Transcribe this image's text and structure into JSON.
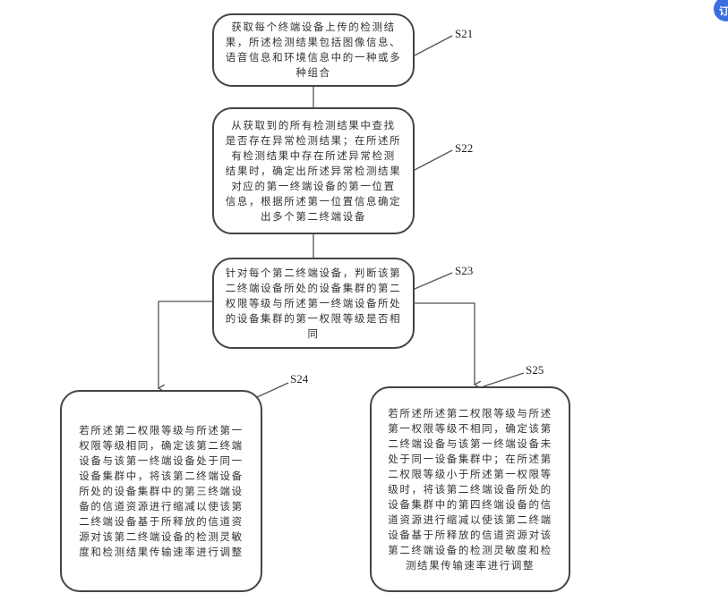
{
  "steps": [
    {
      "id": "S21",
      "lines": [
        "获取每个终端设备上传的检测结",
        "果，所述检测结果包括图像信息、",
        "语音信息和环境信息中的一种或多",
        "种组合"
      ]
    },
    {
      "id": "S22",
      "lines": [
        "从获取到的所有检测结果中查找",
        "是否存在异常检测结果；在所述所",
        "有检测结果中存在所述异常检测",
        "结果时，确定出所述异常检测结果",
        "对应的第一终端设备的第一位置",
        "信息，根据所述第一位置信息确定",
        "出多个第二终端设备"
      ]
    },
    {
      "id": "S23",
      "lines": [
        "针对每个第二终端设备，判断该第",
        "二终端设备所处的设备集群的第二",
        "权限等级与所述第一终端设备所处",
        "的设备集群的第一权限等级是否相",
        "同"
      ]
    },
    {
      "id": "S24",
      "lines": [
        "若所述第二权限等级与所述第一",
        "权限等级相同，确定该第二终端",
        "设备与该第一终端设备处于同一",
        "设备集群中，将该第二终端设备",
        "所处的设备集群中的第三终端设",
        "备的信道资源进行缩减以使该第",
        "二终端设备基于所释放的信道资",
        "源对该第二终端设备的检测灵敏",
        "度和检测结果传输速率进行调整"
      ]
    },
    {
      "id": "S25",
      "lines": [
        "若所述所述第二权限等级与所述",
        "第一权限等级不相同，确定该第",
        "二终端设备与该第一终端设备未",
        "处于同一设备集群中；在所述第",
        "二权限等级小于所述第一权限等",
        "级时，将该第二终端设备所处的",
        "设备集群中的第四终端设备的信",
        "道资源进行缩减以使该第二终端",
        "设备基于所释放的信道资源对该",
        "第二终端设备的检测灵敏度和检",
        "测结果传输速率进行调整"
      ]
    }
  ],
  "badge": {
    "glyph": "订",
    "color": "#3b6fe0"
  }
}
